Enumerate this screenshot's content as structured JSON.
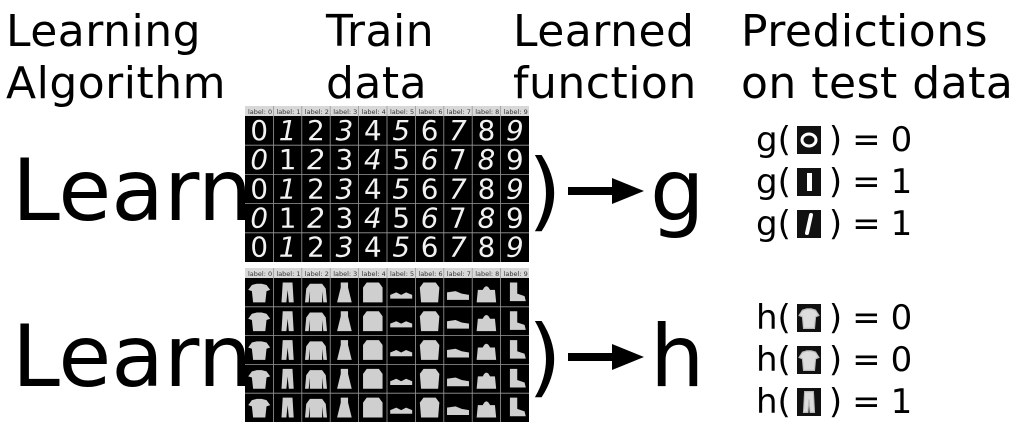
{
  "headers": {
    "algorithm": [
      "Learning",
      "Algorithm"
    ],
    "train": [
      "Train",
      "data"
    ],
    "learned": [
      "Learned",
      "function"
    ],
    "predictions": [
      "Predictions",
      "on test data"
    ]
  },
  "rows": [
    {
      "learn_text": "Learn(",
      "close_paren": ")",
      "function_name": "g",
      "grid": {
        "labels": [
          "label: 0",
          "label: 1",
          "label: 2",
          "label: 3",
          "label: 4",
          "label: 5",
          "label: 6",
          "label: 7",
          "label: 8",
          "label: 9"
        ],
        "cells": [
          [
            "0",
            "1",
            "2",
            "3",
            "4",
            "5",
            "6",
            "7",
            "8",
            "9"
          ],
          [
            "0",
            "1",
            "2",
            "3",
            "4",
            "5",
            "6",
            "7",
            "8",
            "9"
          ],
          [
            "0",
            "1",
            "2",
            "3",
            "4",
            "5",
            "6",
            "7",
            "8",
            "9"
          ],
          [
            "0",
            "1",
            "2",
            "3",
            "4",
            "5",
            "6",
            "7",
            "8",
            "9"
          ],
          [
            "0",
            "1",
            "2",
            "3",
            "4",
            "5",
            "6",
            "7",
            "8",
            "9"
          ]
        ]
      },
      "predictions": [
        {
          "fn": "g(",
          "close": ")",
          "op": "=",
          "value": "0",
          "thumb": "digit-zero"
        },
        {
          "fn": "g(",
          "close": ")",
          "op": "=",
          "value": "1",
          "thumb": "digit-one"
        },
        {
          "fn": "g(",
          "close": ")",
          "op": "=",
          "value": "1",
          "thumb": "digit-one-slanted"
        }
      ]
    },
    {
      "learn_text": "Learn(",
      "close_paren": ")",
      "function_name": "h",
      "grid": {
        "labels": [
          "label: 0",
          "label: 1",
          "label: 2",
          "label: 3",
          "label: 4",
          "label: 5",
          "label: 6",
          "label: 7",
          "label: 8",
          "label: 9"
        ],
        "cells": [
          [
            "tshirt",
            "trouser",
            "pullover",
            "dress",
            "coat",
            "sandal",
            "shirt",
            "sneaker",
            "bag",
            "boot"
          ],
          [
            "tshirt",
            "trouser",
            "pullover",
            "dress",
            "coat",
            "sandal",
            "shirt",
            "sneaker",
            "bag",
            "boot"
          ],
          [
            "tshirt",
            "trouser",
            "pullover",
            "dress",
            "coat",
            "sandal",
            "shirt",
            "sneaker",
            "bag",
            "boot"
          ],
          [
            "tshirt",
            "trouser",
            "pullover",
            "dress",
            "coat",
            "sandal",
            "shirt",
            "sneaker",
            "bag",
            "boot"
          ],
          [
            "tshirt",
            "trouser",
            "pullover",
            "dress",
            "coat",
            "sandal",
            "shirt",
            "sneaker",
            "bag",
            "boot"
          ]
        ]
      },
      "predictions": [
        {
          "fn": "h(",
          "close": ")",
          "op": "=",
          "value": "0",
          "thumb": "tshirt"
        },
        {
          "fn": "h(",
          "close": ")",
          "op": "=",
          "value": "0",
          "thumb": "tshirt"
        },
        {
          "fn": "h(",
          "close": ")",
          "op": "=",
          "value": "1",
          "thumb": "trouser"
        }
      ]
    }
  ]
}
